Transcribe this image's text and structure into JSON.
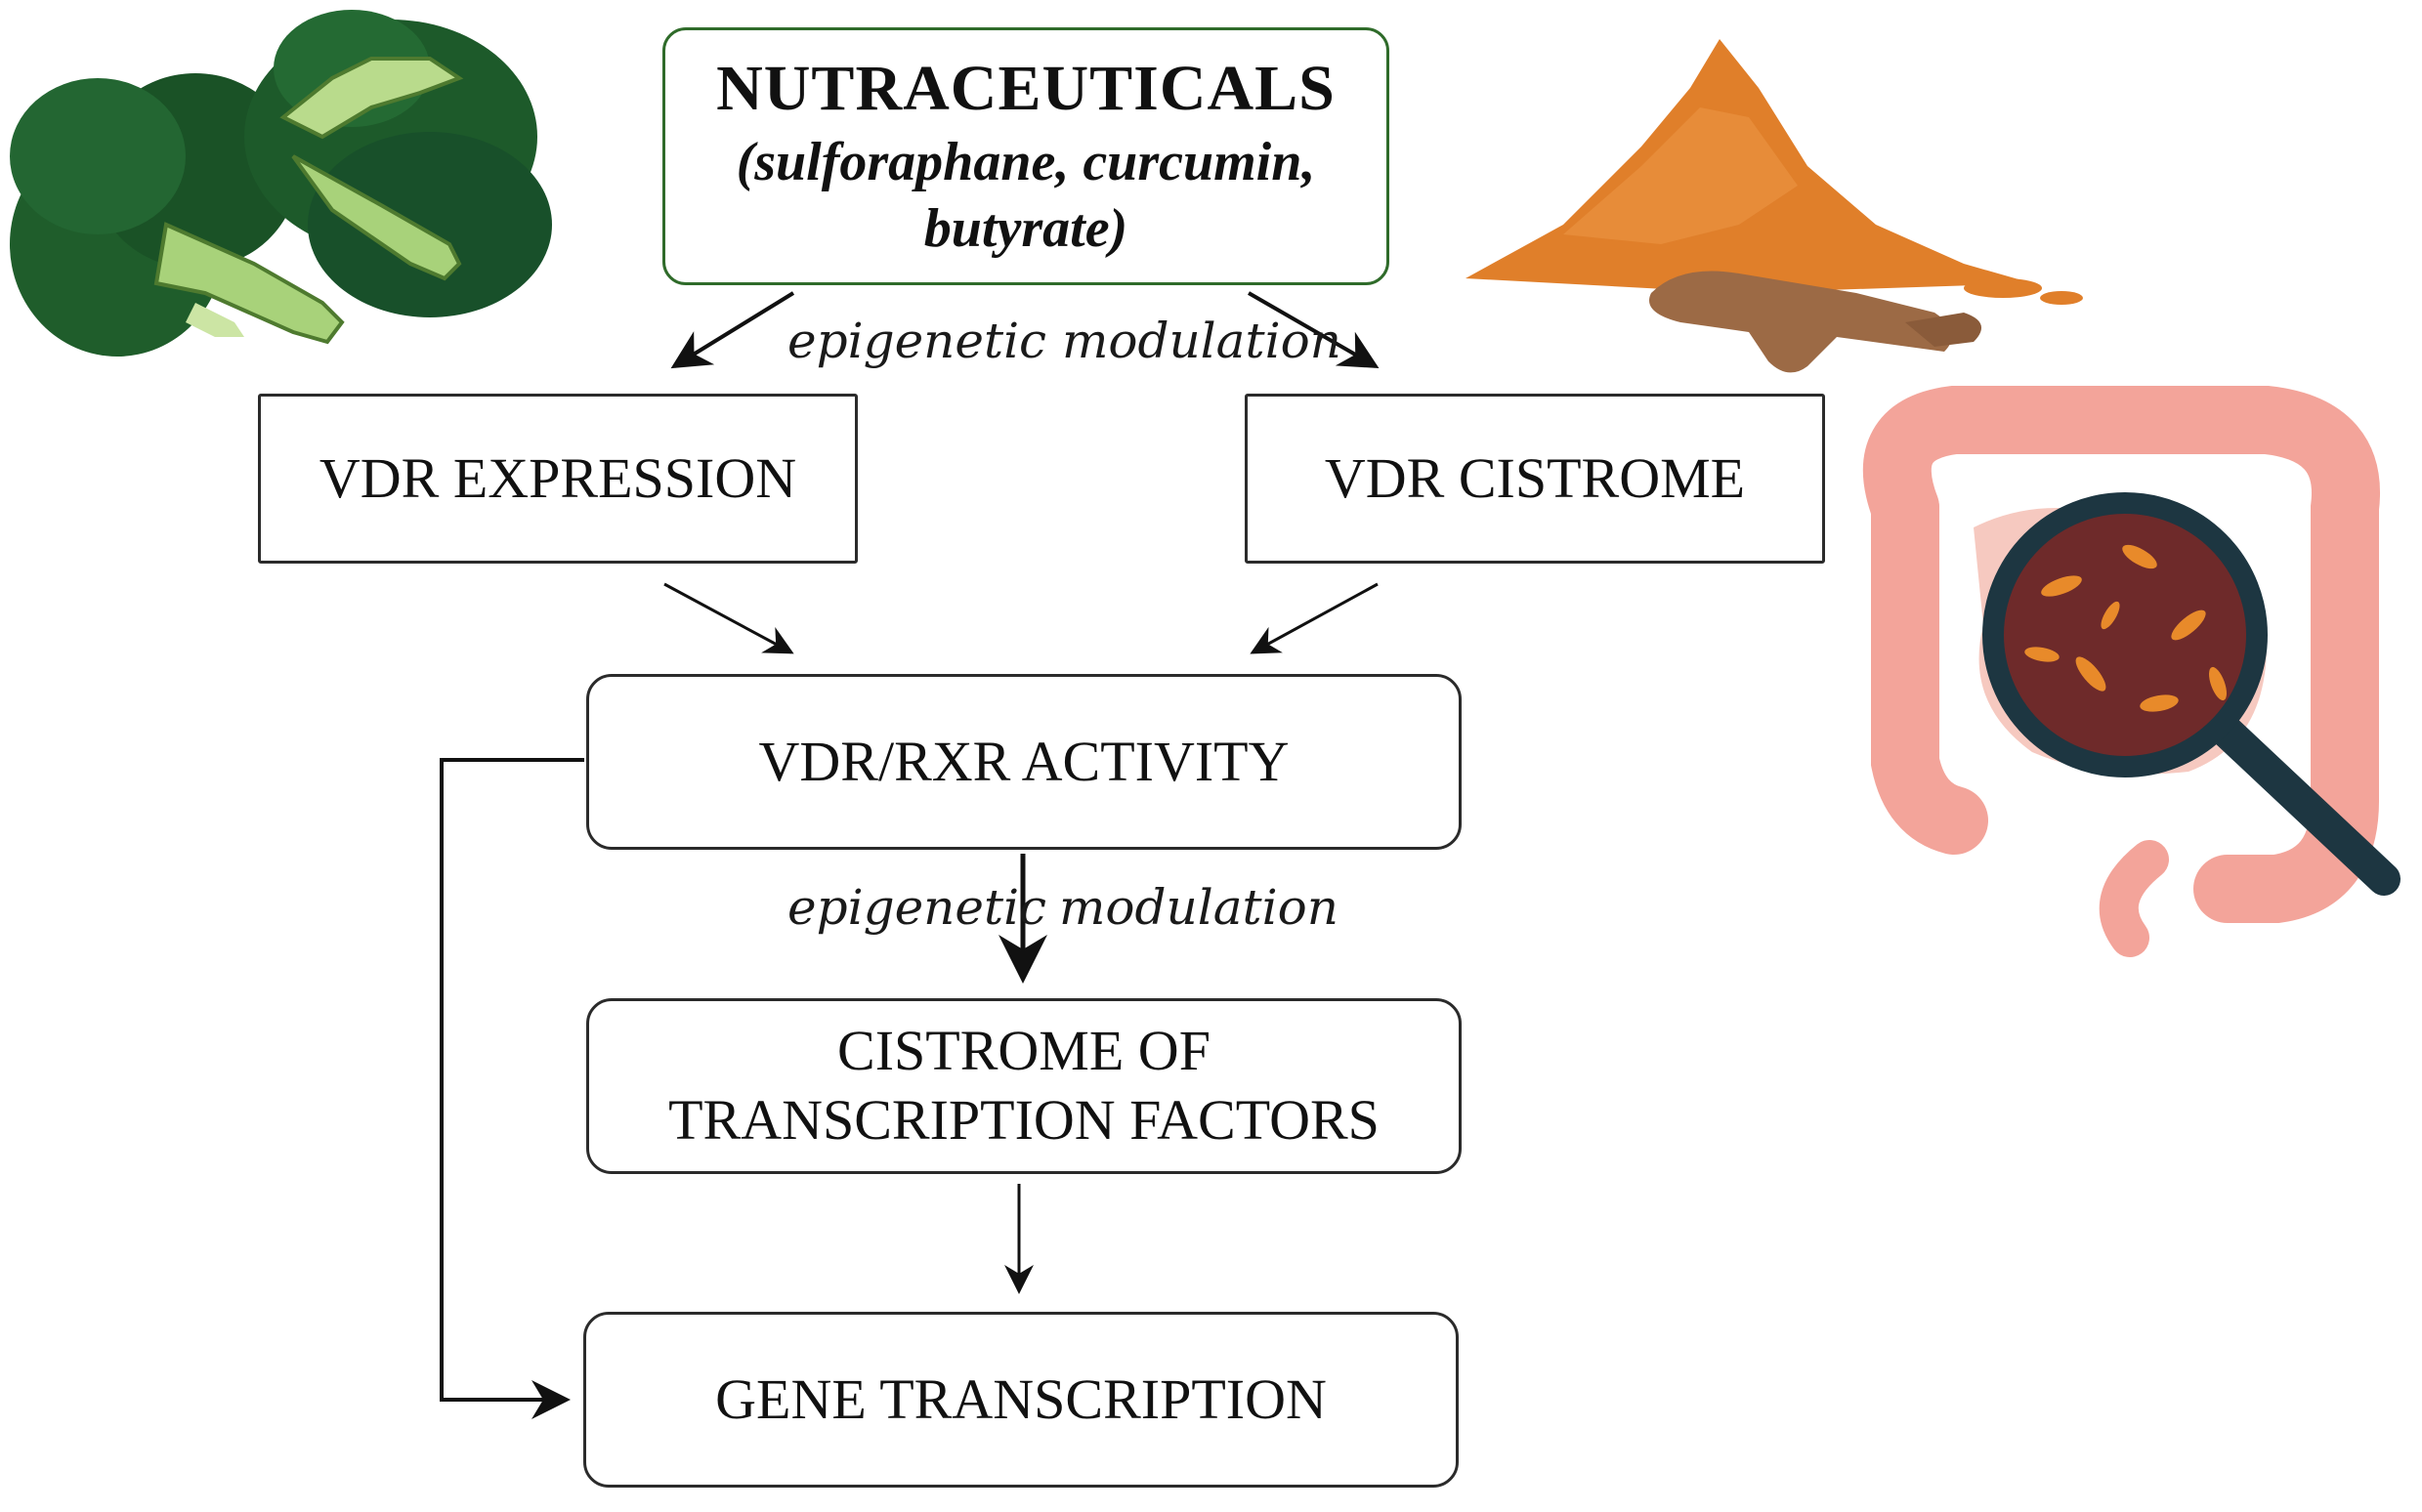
{
  "nutraceuticals": {
    "title": "NUTRACEUTICALS",
    "line1": "(sulforaphane, curcumin,",
    "line2": "butyrate)"
  },
  "edge_labels": {
    "top": "epigenetic modulation",
    "middle_left": "epigenetic",
    "middle_right": "modulation"
  },
  "nodes": {
    "vdr_expression": "VDR EXPRESSION",
    "vdr_cistrome": "VDR CISTROME",
    "vdr_rxr_activity": "VDR/RXR ACTIVITY",
    "cistrome_tf_line1": "CISTROME OF",
    "cistrome_tf_line2": "TRANSCRIPTION FACTORS",
    "gene_transcription": "GENE TRANSCRIPTION"
  },
  "colors": {
    "nutra_border": "#2f6b2a",
    "broccoli_dark": "#1e5a2a",
    "broccoli_stem": "#a8d27a",
    "turmeric_powder": "#e07f2a",
    "turmeric_root": "#9c6a45",
    "intestine": "#f3a49a",
    "magnifier_frame": "#1d3641",
    "bacteria": "#e88a2a"
  },
  "illustrations": [
    "broccoli-icon",
    "turmeric-icon",
    "intestine-icon",
    "magnifying-glass-icon"
  ]
}
